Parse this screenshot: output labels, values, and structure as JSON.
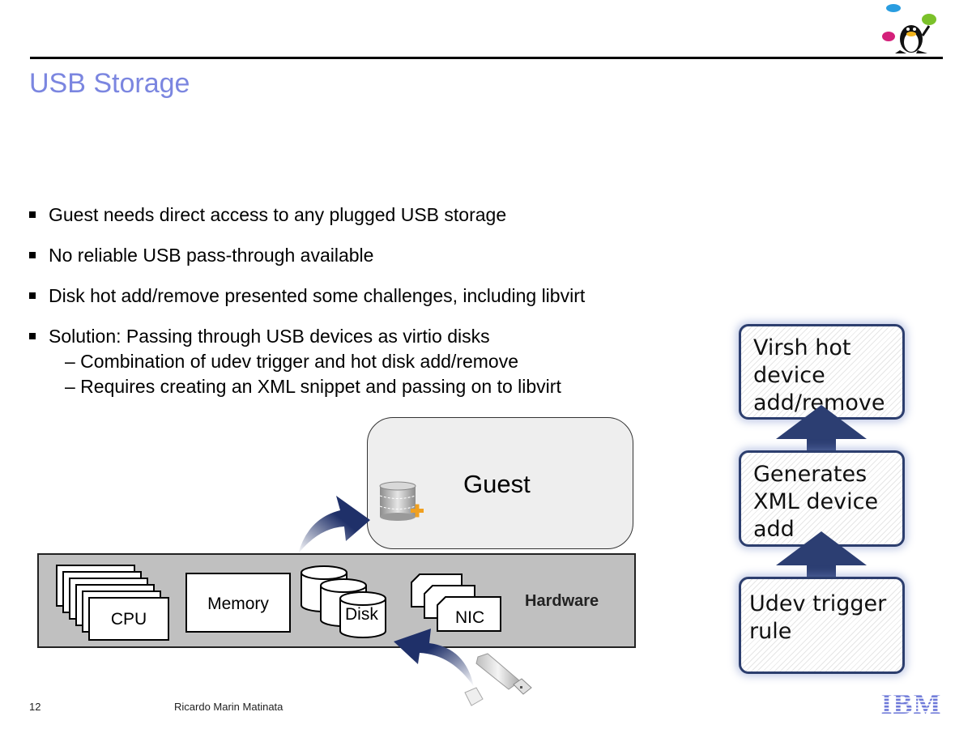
{
  "slide": {
    "title": "USB Storage",
    "title_color": "#7b86e0",
    "page_number": "12",
    "author": "Ricardo Marin Matinata"
  },
  "logos": {
    "top_right": "linux-penguin-juggling-logo",
    "bottom_right": "IBM"
  },
  "bullets": [
    {
      "text": "Guest needs direct access to any plugged USB storage",
      "sub": []
    },
    {
      "text": "No reliable USB pass-through available",
      "sub": []
    },
    {
      "text": "Disk hot add/remove presented some challenges, including libvirt",
      "sub": []
    },
    {
      "text": "Solution: Passing through USB devices as virtio disks",
      "sub": [
        "– Combination of udev trigger and hot disk add/remove",
        "– Requires creating an XML snippet and passing on to libvirt"
      ]
    }
  ],
  "diagram": {
    "guest_label": "Guest",
    "hardware_label": "Hardware",
    "components": {
      "cpu": "CPU",
      "memory": "Memory",
      "disk": "Disk",
      "nic": "NIC"
    },
    "icons": [
      "database-add-icon",
      "curved-arrow-icon",
      "usb-stick-icon"
    ],
    "arrow_color": "#1f3069",
    "hardware_fill": "#c0c0c0",
    "guest_fill": "#eeeeee"
  },
  "flow": {
    "steps": [
      "Virsh hot\ndevice\nadd/remove",
      "Generates\nXML device\nadd",
      "Udev trigger\nrule"
    ],
    "border_color": "#2c3e6e"
  }
}
